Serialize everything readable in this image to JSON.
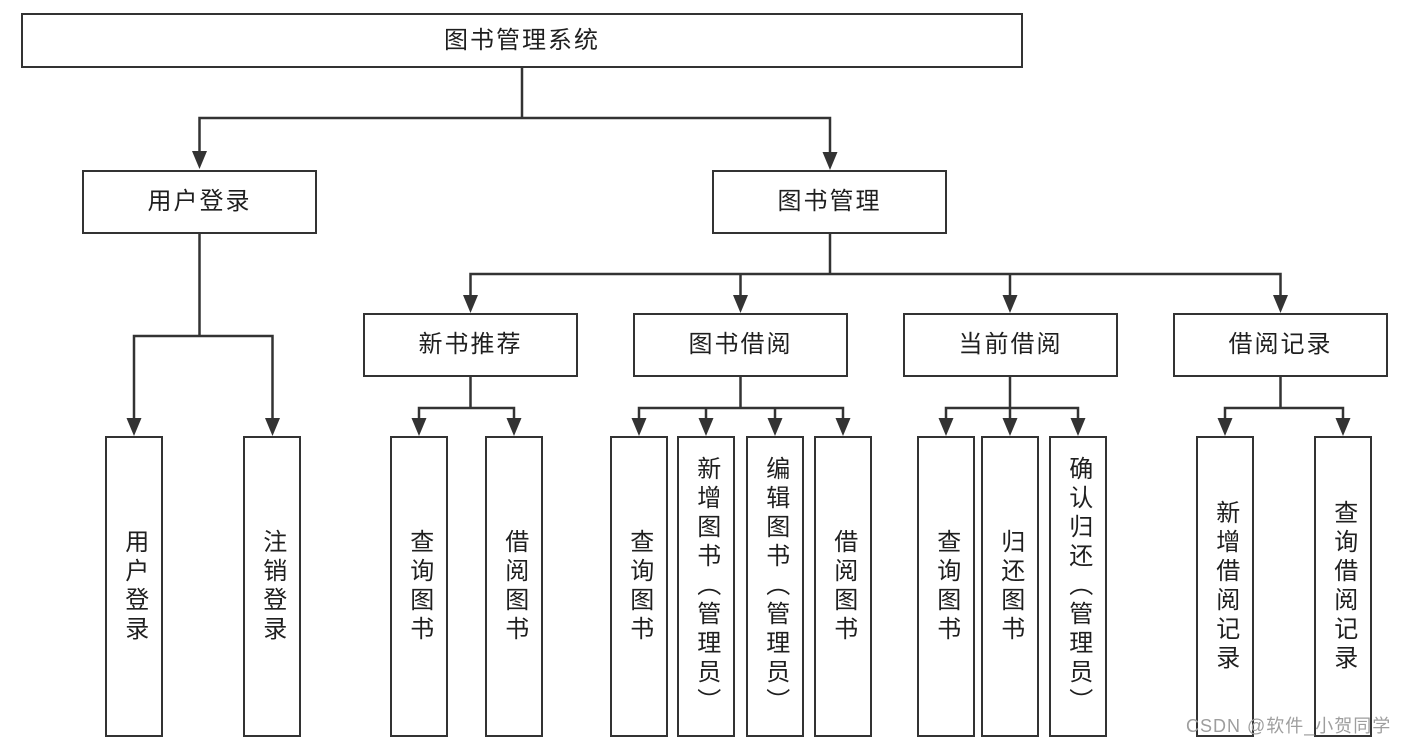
{
  "diagram_title": "图书管理系统",
  "colors": {
    "line": "#333333",
    "box_border": "#333333",
    "box_fill": "#ffffff",
    "text": "#1f1f1f",
    "watermark": "#9e9e9e"
  },
  "watermark": {
    "text": "CSDN @软件_小贺同学"
  },
  "tree": {
    "label": "图书管理系统",
    "children": [
      {
        "label": "用户登录",
        "children": [
          {
            "label": "用户登录"
          },
          {
            "label": "注销登录"
          }
        ]
      },
      {
        "label": "图书管理",
        "children": [
          {
            "label": "新书推荐",
            "children": [
              {
                "label": "查询图书"
              },
              {
                "label": "借阅图书"
              }
            ]
          },
          {
            "label": "图书借阅",
            "children": [
              {
                "label": "查询图书"
              },
              {
                "label": "新增图书（管理员）"
              },
              {
                "label": "编辑图书（管理员）"
              },
              {
                "label": "借阅图书"
              }
            ]
          },
          {
            "label": "当前借阅",
            "children": [
              {
                "label": "查询图书"
              },
              {
                "label": "归还图书"
              },
              {
                "label": "确认归还（管理员）"
              }
            ]
          },
          {
            "label": "借阅记录",
            "children": [
              {
                "label": "新增借阅记录"
              },
              {
                "label": "查询借阅记录"
              }
            ]
          }
        ]
      }
    ]
  }
}
